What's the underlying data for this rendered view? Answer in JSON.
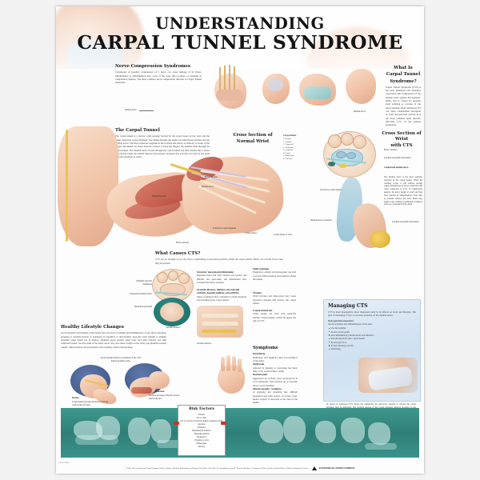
{
  "poster": {
    "title_line1": "UNDERSTANDING",
    "title_line2": "CARPAL TUNNEL SYNDROME",
    "catalog_code": "9781587790027"
  },
  "nerve_compression": {
    "heading": "Nerve Compression Syndromes",
    "body": "Continuous or possibly compression of a nerve can cause damage of its fibers. Inflammation or inflammation may occur. If the body that occupies, or demands to compression injuries. The most common nerve compression disorder in Carpal Tunnel Syndrome.",
    "label_median_nerve": "Median nerve"
  },
  "carpal_tunnel": {
    "heading": "The Carpal Tunnel",
    "body": "The carpal tunnel is a narrow, rigid passage formed by the carpal bones of the wrist and the tough transverse carpal ligament. The lining through the tunnel are nine flexor tendons and the median nerve. The flexor muscles originate in the forearm and attach, as tendons, to bones of the fingers and thumb. As these muscles contract to bend the fingers, the tendons slide through the carpal tunnel. The median nerve travels through the carpal tunnel and then divides into a series of branches inside the thumb muscles and sensory branches that provide over half of the hand with the sensation of touch.",
    "labels": [
      "Median nerve",
      "Flexor tendons",
      "Transverse carpal ligament",
      "Carpal tunnel",
      "Carpal bones of wrist",
      "Thenar muscles"
    ]
  },
  "cross_section_normal": {
    "heading_line1": "Cross Section of",
    "heading_line2": "Normal Wrist",
    "legend_title": "Carpal Bones",
    "legend": [
      "1. Hamate",
      "2. Capitate",
      "3. Trapezoid",
      "4. Trapezium",
      "5. Scaphoid",
      "6. Lunate",
      "7. Triquetrum",
      "8. Pisiform"
    ],
    "labels": [
      "Flexor tendons",
      "Median nerve",
      "Transverse carpal ligament",
      "Carpal tunnel"
    ]
  },
  "what_is_cts": {
    "heading_line1": "What Is",
    "heading_line2": "Carpal Tunnel",
    "heading_line3": "Syndrome?",
    "body": "Carpal Tunnel Syndrome (CTS) is the pain, numbness and weakness associated with compression of the median nerve against the ligament. Often, this is caused by pressure from swelling or overuse of the flexor tendons. Both estimated CTS can cause considerable disruption of work and personal activity. It is the most common hand disorder affecting 3-5% of the general population."
  },
  "cross_section_cts": {
    "heading_line1": "Cross Section of Wrist",
    "heading_line2": "with CTS",
    "labels": [
      "Flexor tendons",
      "Swollen synovium and tendons",
      "Compressed median nerve"
    ],
    "note": "The median nerve is the most sensitive structure in the carpal tunnel. When the swelling occurs it will tolerate enough output disturbances in nerve conduction and cause symptoms of CTS. If compression persists, the nerve begins to swell and may show patches of demyelination. Over time as pressure relieves the nerve fibers may begin to die, leading to permanent weakness and loss of sensation in the hand.",
    "label_lower": "Median nerve at forearm"
  },
  "what_causes": {
    "heading": "What Causes CTS?",
    "body": "CTS can be brought on by any factor contributing to increased pressure within the carpal tunnel. Below are several factors that may be present.",
    "items": [
      {
        "title": "Synovial / tenosynovial thickening",
        "text": "Repeated hand and wrist motion can irritate and inflame the synovium, the membranes that surround the flexor tendons."
      },
      {
        "title": "Systemic diseases, diabetes, thyroid and arthritis, hypothyroidism, and arthritis",
        "text": "These conditions may contribute to fluid retention and swelling in the carpal tunnel."
      },
      {
        "title": "Fluid retention",
        "text": "Pregnancy, obesity and menopause can lead to excess fluid retention and pressure within the tunnel."
      },
      {
        "title": "Trauma",
        "text": "Wrist fracture and dislocation may cause structural changes that narrow the carpal tunnel."
      },
      {
        "title": "Carpal tunnel size",
        "text": "Some people are born with naturally smaller carpal tunnels, which increases the risk of CTS."
      }
    ],
    "labels": [
      "Inflamed synovial membrane",
      "Compressed median nerve",
      "Thickened synovium",
      "Swollen tendons"
    ]
  },
  "symptoms": {
    "heading": "Symptoms",
    "groups": [
      {
        "title": "Paresthesia",
        "text": "numbness, and tingling (\"pins and needles\") of the hand."
      },
      {
        "title": "Night pain",
        "text": "relieved by shaking or exercising the hand. May occur several times a night."
      },
      {
        "title": "Daytime pain",
        "text": "aggravated by activity, more pronounced in CTS symptoms. Pain extends up to forearm, elbow or the shoulder."
      },
      {
        "title": "Muscle atrophy / weakness",
        "text": "of gripping and wheeling into difficult household and grab objects. In severe cases, thenar atrophy is observed at the base of the thumb."
      }
    ]
  },
  "managing_cts": {
    "heading": "Managing CTS",
    "body": "CTS is most manageable when diagnosed early in its effects on body and lifestyle. The goal of managing CTS is to increase pressure on the median nerve.",
    "list_title": "Non-operative measures:",
    "list_intro": "Avoid activities and inflammation of the arm.",
    "items": [
      "Use the handles",
      "Avoid a wrist splint",
      "Anti-inflammatory medications and diuretics",
      "Steroid injections into carpal tunnel",
      "Avoid grip force",
      "Avoid vibrating activity",
      "Stretching"
    ],
    "note": "In severe or advanced CTS where the symptoms are refractory, surgery to release the carpal ligament may be indicated. The surgical release of the carpal ligament relieves pressure on the median nerve and increases the size of the tunnel."
  },
  "lifestyle": {
    "heading": "Healthy Lifestyle Changes",
    "body": "Avoid repetitive movements of the hands that can lead to swelling and inflammation, of the elbow pinching, grasping or extreme flexion or extension. If repetitive or unavoidable, keep the wrist straight or slightly extended when hands are in motion. Maintain good posture, keep body and arms relaxed, and take sufficient breaks. Use the palm of the hand, never rest your entire weight on the wrist, and maintain normal weight, which reduces excess moisture and swelling, which reduces fluid.",
    "flexion_label": "Flexion",
    "flexion_text": "Carpal tunnel pressure increases when the wrist is bent forward.",
    "extension_label": "Extension",
    "extension_text": "Pressure increases when the wrist is bent backward.",
    "center_note": "Avoid extreme flexion or extension of the wrist during repetitive tasks."
  },
  "risk_factors": {
    "heading": "Risk Factors",
    "items": [
      "Female",
      "40 or older",
      "Job or activity involving highly repetitive hand motions",
      "Diabetes",
      "Rheumatoid arthritis",
      "Hypothyroidism",
      "Pregnancy",
      "Trauma to wrist",
      "Menopause",
      "Obesity"
    ]
  },
  "footer": {
    "credit": "©1996, 2001 Anatomical Chart Company, Skokie, Illinois. Medical Illustrations by Marcelo M. Oliver, M.A.M.S. In consultation with Dr. Thomas Mendoza, Anatomical Chart, and Dr. Joseph O'Brien, O'Brien Orthopedic Center.",
    "publisher": "ANATOMICAL CHART COMPANY"
  }
}
